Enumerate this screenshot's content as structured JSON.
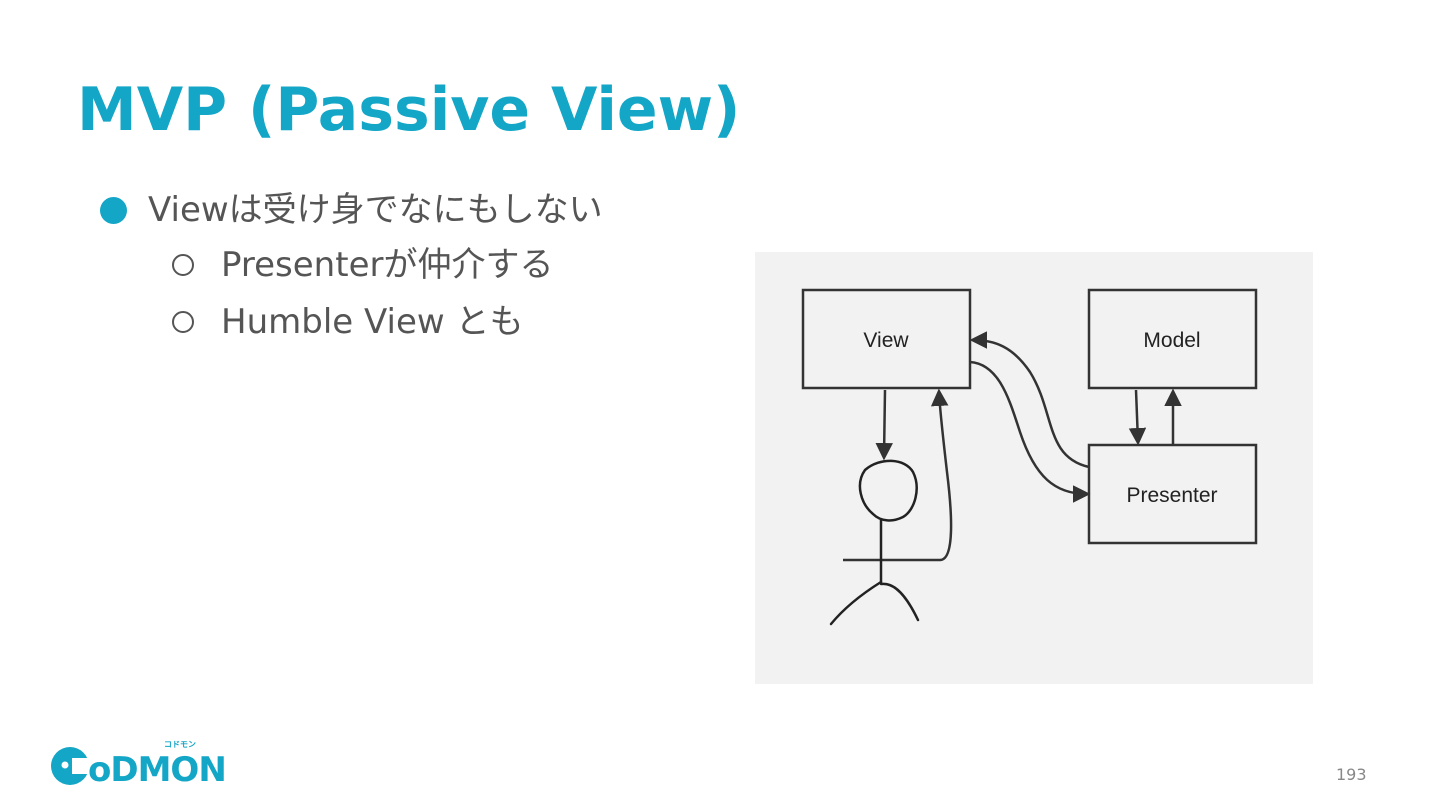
{
  "slide": {
    "title": "MVP (Passive View)",
    "bullet": "Viewは受け身でなにもしない",
    "sub_bullets": [
      "Presenterが仲介する",
      "Humble View とも"
    ],
    "page_number": "193"
  },
  "diagram": {
    "nodes": {
      "view": "View",
      "model": "Model",
      "presenter": "Presenter"
    }
  },
  "logo": {
    "text": "CODMON",
    "kana": "コドモン"
  },
  "colors": {
    "accent": "#14a6c6",
    "text": "#555555",
    "diagram_bg": "#f2f2f2"
  }
}
